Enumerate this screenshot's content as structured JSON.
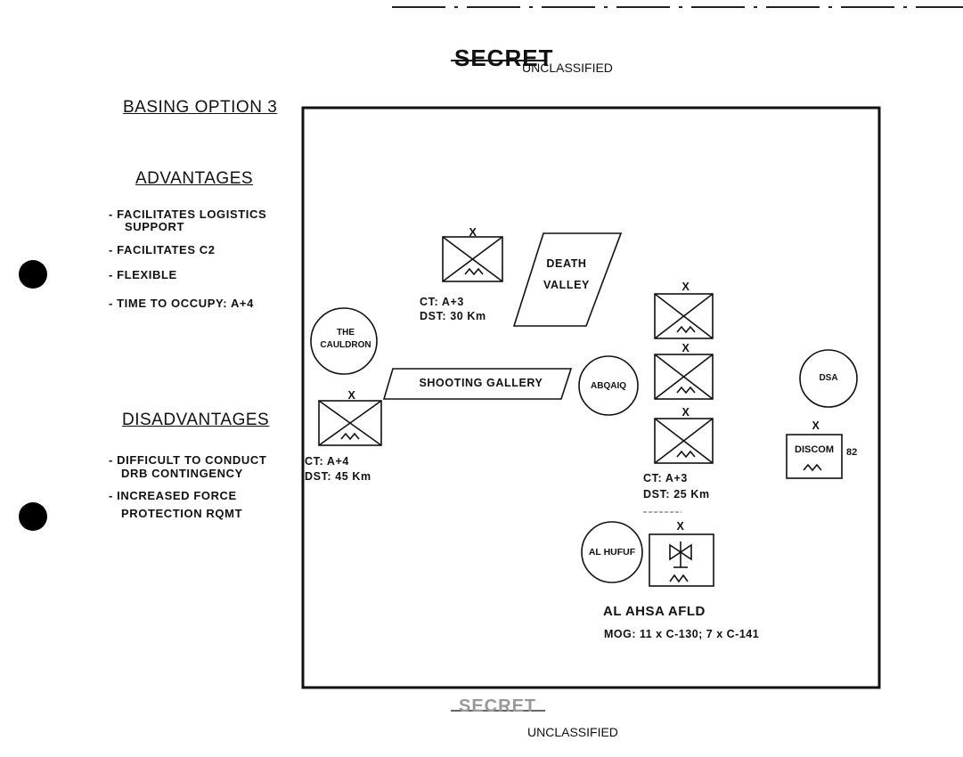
{
  "classification": {
    "top_marking": "SECRET",
    "top_label": "UNCLASSIFIED",
    "bottom_marking": "SECRET",
    "bottom_label": "UNCLASSIFIED"
  },
  "title": "BASING OPTION 3",
  "advantages": {
    "heading": "ADVANTAGES",
    "items": [
      "- FACILITATES LOGISTICS",
      "SUPPORT",
      "- FACILITATES C2",
      "- FLEXIBLE",
      "- TIME TO OCCUPY:  A+4"
    ]
  },
  "disadvantages": {
    "heading": "DISADVANTAGES",
    "items": [
      "- DIFFICULT TO CONDUCT",
      "DRB CONTINGENCY",
      "- INCREASED FORCE",
      "PROTECTION RQMT"
    ]
  },
  "map": {
    "unit_marker": "X",
    "locations": {
      "cauldron": [
        "THE",
        "CAULDRON"
      ],
      "abqaiq": "ABQAIQ",
      "dsa": "DSA",
      "al_hufuf": "AL HUFUF",
      "death_valley": [
        "DEATH",
        "VALLEY"
      ],
      "shooting_gallery": "SHOOTING GALLERY"
    },
    "units": {
      "north": {
        "ct": "CT:  A+3",
        "dst": "DST:  30 Km"
      },
      "west": {
        "ct": "CT:  A+4",
        "dst": "DST:  45 Km"
      },
      "east": {
        "ct": "CT:  A+3",
        "dst": "DST:  25 Km"
      },
      "discom": {
        "label": "DISCOM",
        "number": "82"
      }
    },
    "airfield": {
      "name": "AL AHSA AFLD",
      "mog": "MOG:  11 x C-130; 7 x C-141"
    }
  }
}
